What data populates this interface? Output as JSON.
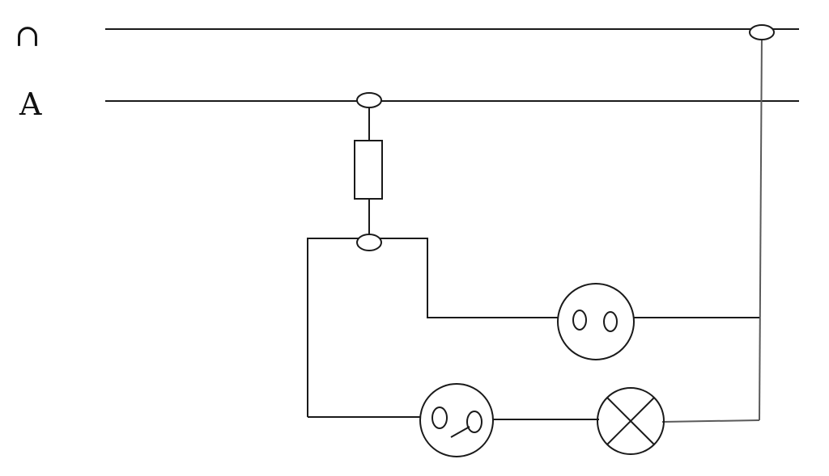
{
  "diagram": {
    "line_labels": {
      "top": "∩",
      "middle": "A"
    },
    "components": [
      "fuse",
      "socket",
      "switch",
      "lamp"
    ],
    "colors": {
      "wire": "#1a1a1a",
      "neutral_drop": "#5a5a5a",
      "background": "#ffffff"
    }
  }
}
